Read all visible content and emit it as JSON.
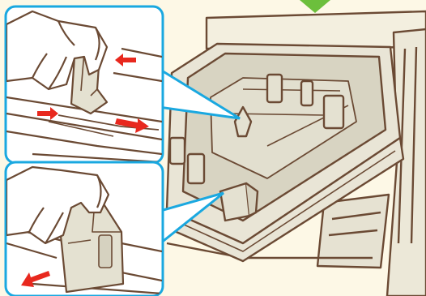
{
  "illustration": {
    "subject": "printer-paper-tray-guide-adjustment",
    "colors": {
      "background": "#fdf8e6",
      "tray_fill": "#e9e5d6",
      "tray_inner": "#d8d4c2",
      "guide_fill": "#e4e1d1",
      "outline": "#6b4a34",
      "callout_border": "#1aa8e0",
      "callout_fill": "#ffffff",
      "arrow_red": "#e8281e",
      "top_marker_green": "#6cbf3c"
    },
    "callouts": [
      {
        "name": "callout-top-side-guides",
        "arrows": [
          "squeeze-left",
          "squeeze-right",
          "slide-right"
        ]
      },
      {
        "name": "callout-bottom-end-guide",
        "arrows": [
          "slide-left"
        ]
      }
    ],
    "icons": [
      "arrow-icon",
      "hand-icon",
      "marker-triangle-icon"
    ]
  }
}
